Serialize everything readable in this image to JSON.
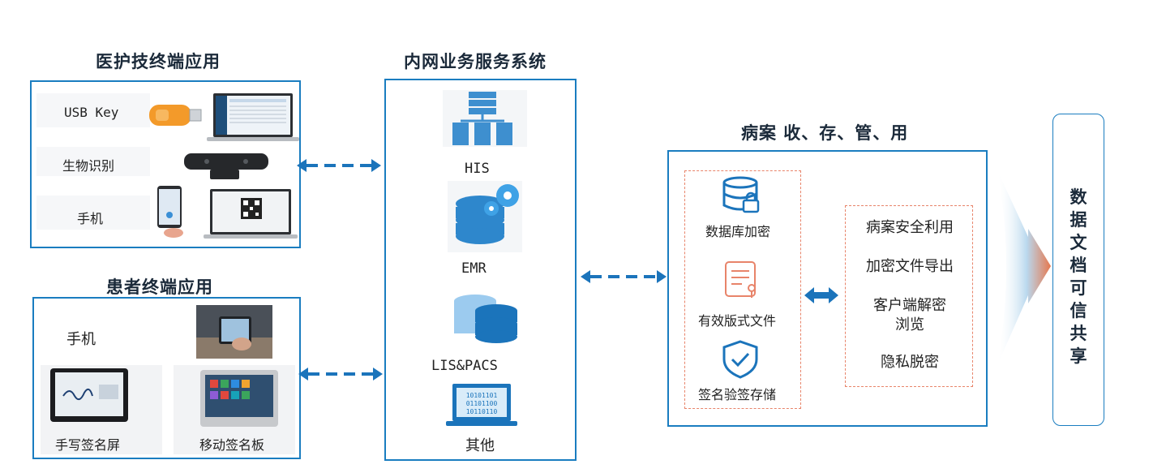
{
  "left_top": {
    "title": "医护技终端应用",
    "items": [
      "USB Key",
      "生物识别",
      "手机"
    ]
  },
  "left_bottom": {
    "title": "患者终端应用",
    "items": [
      "手机",
      "手写签名屏",
      "移动签名板"
    ]
  },
  "middle": {
    "title": "内网业务服务系统",
    "systems": [
      "HIS",
      "EMR",
      "LIS&PACS",
      "其他"
    ]
  },
  "right": {
    "title": "病案 收、存、管、用",
    "security": [
      "数据库加密",
      "有效版式文件",
      "签名验签存储"
    ],
    "uses": [
      "病案安全利用",
      "加密文件导出",
      "客户端解密",
      "浏览",
      "隐私脱密"
    ]
  },
  "share": {
    "chars": [
      "数",
      "据",
      "文",
      "档",
      "可",
      "信",
      "共",
      "享"
    ]
  },
  "colors": {
    "primary": "#1a7dc0",
    "accent": "#e8846a"
  }
}
